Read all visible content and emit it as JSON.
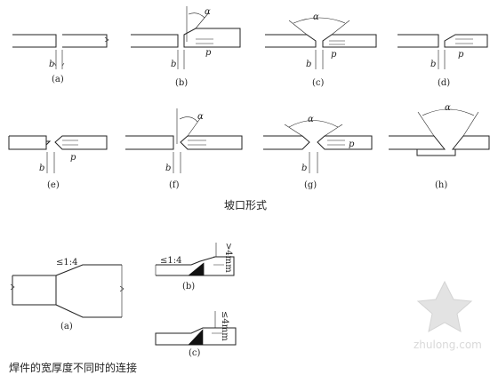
{
  "title_groove": "坡口形式",
  "title_width": "焊件的宽厚度不同时的连接",
  "panels": {
    "a": "(a)",
    "b": "(b)",
    "c": "(c)",
    "d": "(d)",
    "e": "(e)",
    "f": "(f)",
    "g": "(g)",
    "h": "(h)"
  },
  "symbols": {
    "gap": "b",
    "angle": "α",
    "root": "p"
  },
  "bottom": {
    "a": "(a)",
    "b": "(b)",
    "c": "(c)",
    "slope_a": "≤1:4",
    "slope_b": "≤1:4",
    "dim_b": ">4mm",
    "dim_c": "≤4mm"
  },
  "watermark": {
    "text": "zhulong.com"
  }
}
